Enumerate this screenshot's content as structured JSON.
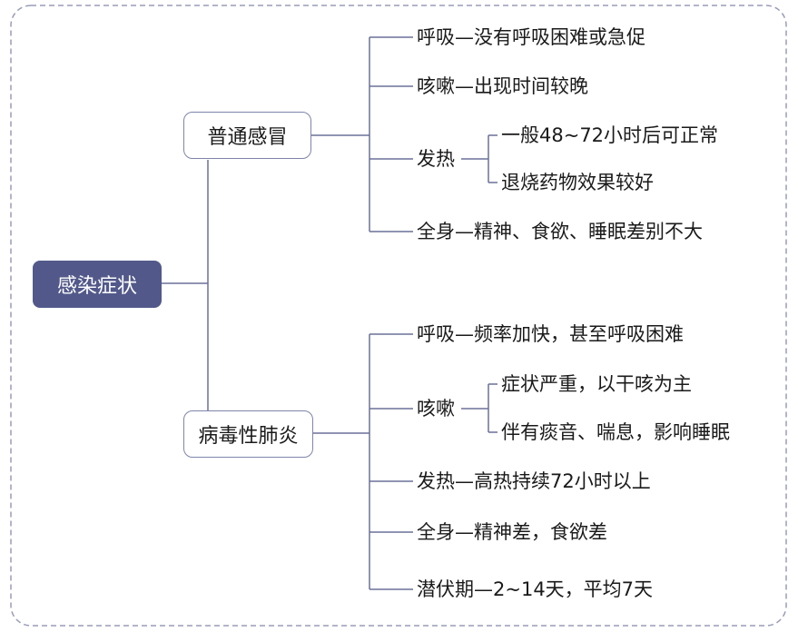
{
  "colors": {
    "frame": "#9a9cb8",
    "line": "#6b7199",
    "root_fill": "#52598a",
    "root_text": "#ffffff",
    "branch_border": "#7e84a9",
    "text": "#1a1a1a"
  },
  "root": {
    "label": "感染症状"
  },
  "branches": [
    {
      "label": "普通感冒",
      "items": [
        {
          "text": "呼吸—没有呼吸困难或急促"
        },
        {
          "text": "咳嗽—出现时间较晚"
        },
        {
          "text": "发热",
          "children": [
            "一般48~72小时后可正常",
            "退烧药物效果较好"
          ]
        },
        {
          "text": "全身—精神、食欲、睡眠差别不大"
        }
      ]
    },
    {
      "label": "病毒性肺炎",
      "items": [
        {
          "text": "呼吸—频率加快，甚至呼吸困难"
        },
        {
          "text": "咳嗽",
          "children": [
            "症状严重，以干咳为主",
            "伴有痰音、喘息，影响睡眠"
          ]
        },
        {
          "text": "发热—高热持续72小时以上"
        },
        {
          "text": "全身—精神差，食欲差"
        },
        {
          "text": "潜伏期—2~14天，平均7天"
        }
      ]
    }
  ]
}
